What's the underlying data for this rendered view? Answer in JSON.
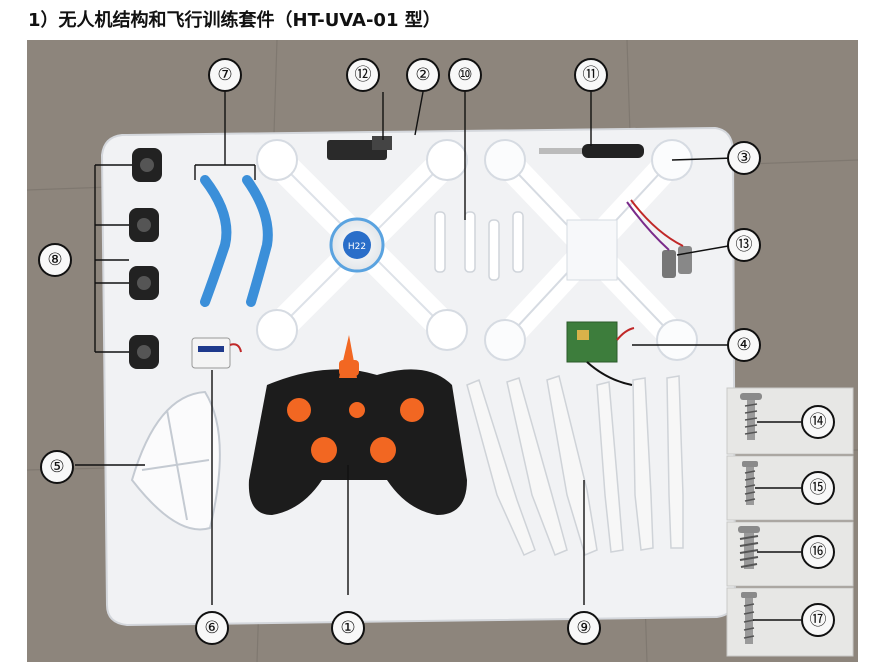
{
  "title": "1）无人机结构和飞行训练套件（HT-UVA-01 型）",
  "drone_badge": "H22",
  "callouts": [
    {
      "id": "1",
      "label": "①"
    },
    {
      "id": "2",
      "label": "②"
    },
    {
      "id": "3",
      "label": "③"
    },
    {
      "id": "4",
      "label": "④"
    },
    {
      "id": "5",
      "label": "⑤"
    },
    {
      "id": "6",
      "label": "⑥"
    },
    {
      "id": "7",
      "label": "⑦"
    },
    {
      "id": "8",
      "label": "⑧"
    },
    {
      "id": "9",
      "label": "⑨"
    },
    {
      "id": "10",
      "label": "⑩"
    },
    {
      "id": "11",
      "label": "⑪"
    },
    {
      "id": "12",
      "label": "⑫"
    },
    {
      "id": "13",
      "label": "⑬"
    },
    {
      "id": "14",
      "label": "⑭"
    },
    {
      "id": "15",
      "label": "⑮"
    },
    {
      "id": "16",
      "label": "⑯"
    },
    {
      "id": "17",
      "label": "⑰"
    }
  ],
  "colors": {
    "floor": "#8d857c",
    "tray": "#f1f2f4",
    "controller": "#1c1c1c",
    "controller_accent": "#f26722",
    "landing_skids": "#3b8fd9",
    "screw_panel": "#e7e7e5"
  }
}
